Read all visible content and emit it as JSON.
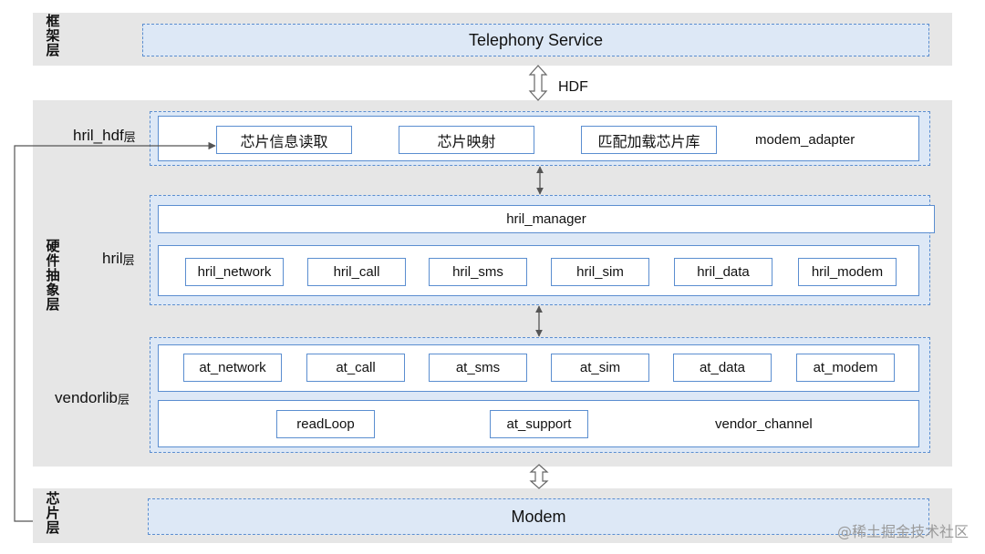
{
  "layers": {
    "framework": "框架层",
    "hal": "硬件抽象层",
    "chip": "芯片层"
  },
  "telephony_service": "Telephony Service",
  "hdf": "HDF",
  "hril_hdf": {
    "label": "hril_hdf",
    "suffix": "层",
    "items": [
      "芯片信息读取",
      "芯片映射",
      "匹配加载芯片库"
    ],
    "adapter": "modem_adapter"
  },
  "hril": {
    "label": "hril",
    "suffix": "层",
    "manager": "hril_manager",
    "modules": [
      "hril_network",
      "hril_call",
      "hril_sms",
      "hril_sim",
      "hril_data",
      "hril_modem"
    ]
  },
  "vendorlib": {
    "label": "vendorlib",
    "suffix": "层",
    "modules": [
      "at_network",
      "at_call",
      "at_sms",
      "at_sim",
      "at_data",
      "at_modem"
    ],
    "read_loop": "readLoop",
    "at_support": "at_support",
    "vendor_channel": "vendor_channel"
  },
  "modem": "Modem",
  "watermark": "@稀土掘金技术社区",
  "colors": {
    "band_bg": "#e6e6e6",
    "box_fill": "#dde8f6",
    "box_border": "#5b8ed0",
    "arrow": "#555555"
  }
}
